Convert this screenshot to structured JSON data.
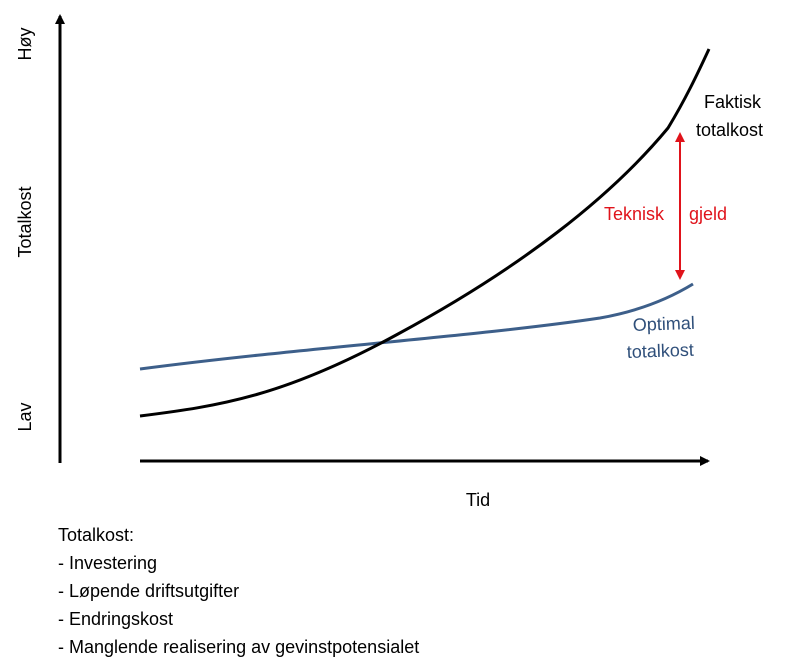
{
  "axes": {
    "y_label": "Totalkost",
    "y_high": "Høy",
    "y_low": "Lav",
    "x_label": "Tid"
  },
  "curves": {
    "actual_label_line1": "Faktisk",
    "actual_label_line2": "totalkost",
    "optimal_label_line1": "Optimal",
    "optimal_label_line2": "totalkost"
  },
  "gap": {
    "label_part1": "Teknisk",
    "label_part2": "gjeld"
  },
  "legend": {
    "title": "Totalkost:",
    "items": [
      "- Investering",
      "- Løpende driftsutgifter",
      "- Endringskost",
      "- Manglende realisering av gevinstpotensialet"
    ]
  },
  "colors": {
    "actual_curve": "#000000",
    "optimal_curve": "#3d5f8a",
    "gap_arrow": "#e0131b",
    "gap_text": "#e0131b",
    "optimal_text": "#2f4f7a"
  }
}
